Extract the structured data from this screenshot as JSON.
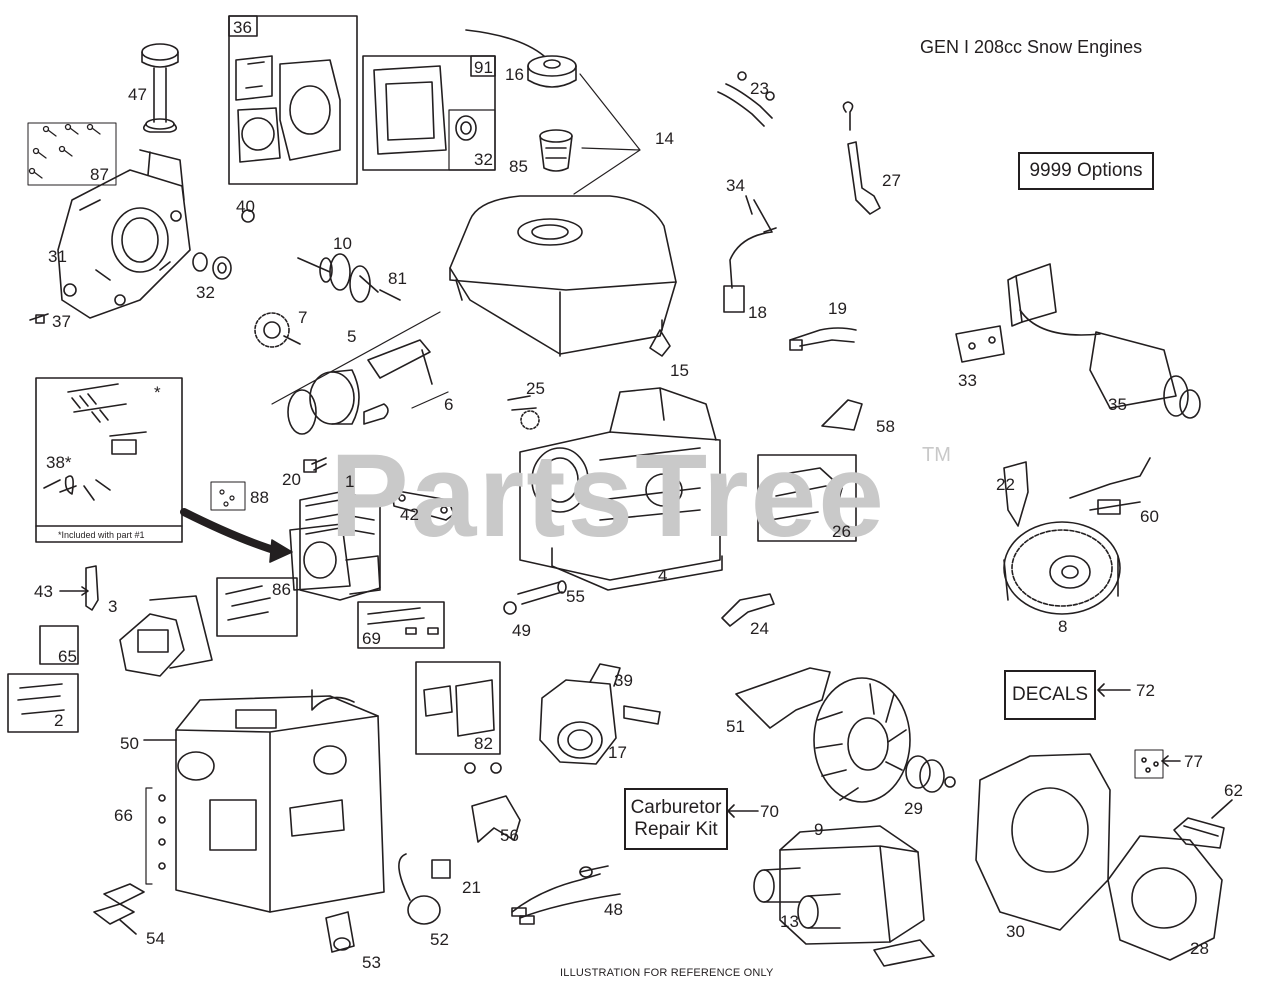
{
  "title": "GEN I 208cc Snow Engines",
  "footer": "ILLUSTRATION FOR REFERENCE ONLY",
  "watermark": "PartsTree",
  "watermark_tm": "TM",
  "callouts": {
    "options": "9999  Options",
    "decals": "DECALS",
    "carb_line1": "Carburetor",
    "carb_line2": "Repair Kit"
  },
  "included_note": "*Included with part #1",
  "asterisk": "*",
  "boxed_numbers": {
    "n36": "36",
    "n91": "91"
  },
  "labels": {
    "p1": "1",
    "p2": "2",
    "p3": "3",
    "p4": "4",
    "p5": "5",
    "p6": "6",
    "p7": "7",
    "p8": "8",
    "p9": "9",
    "p10": "10",
    "p13": "13",
    "p14": "14",
    "p15": "15",
    "p16": "16",
    "p17": "17",
    "p18": "18",
    "p19": "19",
    "p20": "20",
    "p21": "21",
    "p22": "22",
    "p23": "23",
    "p24": "24",
    "p25": "25",
    "p26": "26",
    "p27": "27",
    "p28": "28",
    "p29": "29",
    "p30": "30",
    "p31": "31",
    "p32a": "32",
    "p32b": "32",
    "p33": "33",
    "p34": "34",
    "p35": "35",
    "p37": "37",
    "p38": "38*",
    "p39": "39",
    "p40": "40",
    "p42": "42",
    "p43": "43",
    "p47": "47",
    "p48": "48",
    "p49": "49",
    "p50": "50",
    "p51": "51",
    "p52": "52",
    "p53": "53",
    "p54": "54",
    "p55": "55",
    "p56": "56",
    "p58": "58",
    "p60": "60",
    "p62": "62",
    "p65": "65",
    "p66": "66",
    "p69": "69",
    "p70": "70",
    "p72": "72",
    "p77": "77",
    "p81": "81",
    "p82": "82",
    "p85": "85",
    "p86": "86",
    "p87": "87",
    "p88": "88"
  }
}
